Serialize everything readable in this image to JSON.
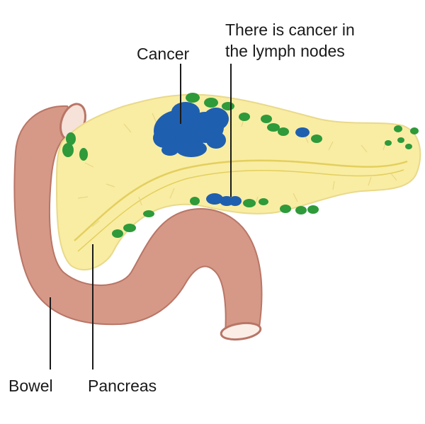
{
  "labels": {
    "cancer": "Cancer",
    "lymph_line1": "There is cancer in",
    "lymph_line2": "the lymph nodes",
    "bowel": "Bowel",
    "pancreas": "Pancreas"
  },
  "colors": {
    "pancreas_fill": "#f9eda3",
    "pancreas_vein": "#e3cf5e",
    "bowel_fill": "#d69987",
    "bowel_edge": "#b97566",
    "lymph_node_green": "#2e9a3a",
    "cancer_blue": "#1f5fb0",
    "leader_line": "#1a1a1a"
  }
}
